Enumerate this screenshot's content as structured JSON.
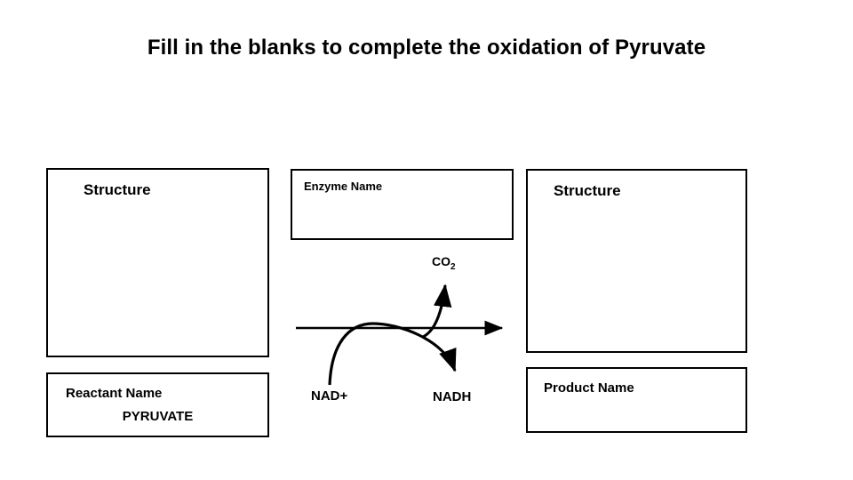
{
  "slide": {
    "title": "Fill in the blanks to complete the oxidation of Pyruvate",
    "background_color": "#ffffff",
    "ink_color": "#000000"
  },
  "reactant": {
    "structure_label": "Structure",
    "name_label": "Reactant Name",
    "name_value": "PYRUVATE"
  },
  "enzyme": {
    "label": "Enzyme Name"
  },
  "product": {
    "structure_label": "Structure",
    "name_label": "Product Name"
  },
  "reaction": {
    "cofactor_in": "NAD+",
    "cofactor_out": "NADH",
    "byproduct": "CO",
    "byproduct_subscript": "2"
  }
}
